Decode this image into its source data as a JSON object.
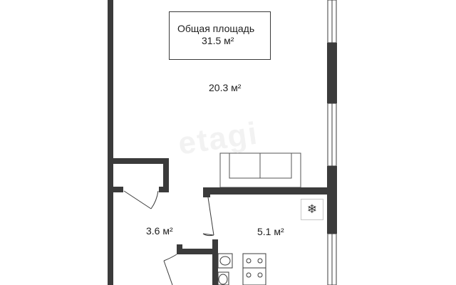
{
  "plan": {
    "total_area_label": "Общая площадь",
    "total_area_value": "31.5 м²",
    "watermark": "etagi",
    "rooms": [
      {
        "name": "main-room",
        "area": "20.3 м²"
      },
      {
        "name": "hall",
        "area": "3.6 м²"
      },
      {
        "name": "kitchen",
        "area": "5.1 м²"
      }
    ],
    "icons": {
      "freezer": "❄"
    }
  }
}
